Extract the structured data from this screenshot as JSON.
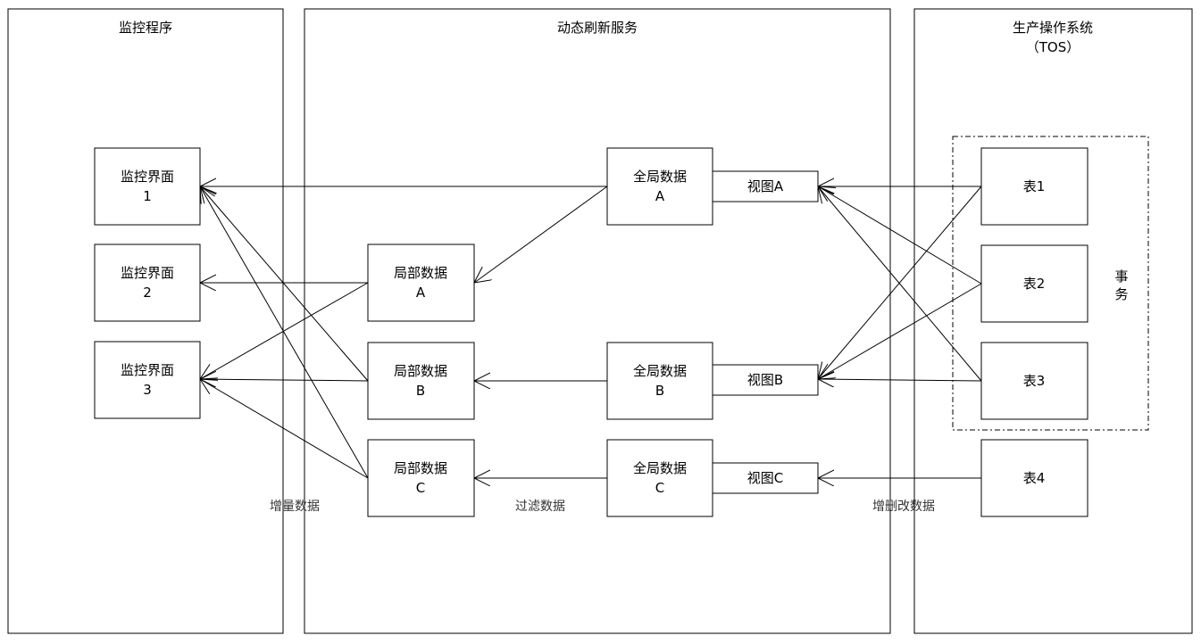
{
  "lanes": {
    "monitor": {
      "title": "监控程序"
    },
    "refresh": {
      "title": "动态刷新服务"
    },
    "tos": {
      "title_line1": "生产操作系统",
      "title_line2": "（TOS）"
    }
  },
  "monitor_ui": [
    {
      "line1": "监控界面",
      "line2": "1"
    },
    {
      "line1": "监控界面",
      "line2": "2"
    },
    {
      "line1": "监控界面",
      "line2": "3"
    }
  ],
  "local_data": [
    {
      "line1": "局部数据",
      "line2": "A"
    },
    {
      "line1": "局部数据",
      "line2": "B"
    },
    {
      "line1": "局部数据",
      "line2": "C"
    }
  ],
  "global_data": [
    {
      "line1": "全局数据",
      "line2": "A"
    },
    {
      "line1": "全局数据",
      "line2": "B"
    },
    {
      "line1": "全局数据",
      "line2": "C"
    }
  ],
  "views": [
    {
      "label": "视图A"
    },
    {
      "label": "视图B"
    },
    {
      "label": "视图C"
    }
  ],
  "tables": [
    {
      "label": "表1"
    },
    {
      "label": "表2"
    },
    {
      "label": "表3"
    },
    {
      "label": "表4"
    }
  ],
  "transaction": {
    "char1": "事",
    "char2": "务"
  },
  "edge_labels": {
    "incremental": "增量数据",
    "filter": "过滤数据",
    "crud": "增删改数据"
  }
}
